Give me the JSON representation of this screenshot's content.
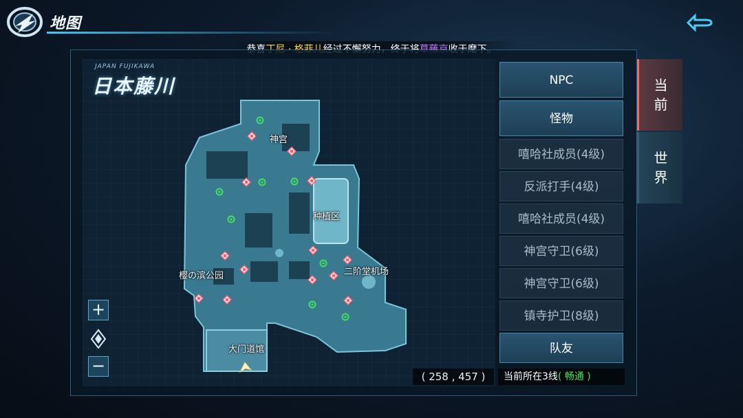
{
  "header": {
    "title": "地图"
  },
  "announcement": {
    "prefix": "恭喜",
    "player": "丁尼 · 格菲儿",
    "middle": "经过不懈努力，终于将",
    "target": "草薙京",
    "suffix": "收于麾下。"
  },
  "map": {
    "subtitle": "JAPAN FUJIKAWA",
    "name": "日本藤川",
    "labels": {
      "shrine": "神宫",
      "plant_area": "种植区",
      "park": "樱の滨公园",
      "airport": "二阶堂机场",
      "dojo": "大门道馆"
    },
    "coordinates": "( 258 , 457 )"
  },
  "server": {
    "prefix": "当前所在3线",
    "status": "( 畅通 )"
  },
  "list": {
    "npc": "NPC",
    "monster": "怪物",
    "items": [
      "嘻哈社成员(4级)",
      "反派打手(4级)",
      "嘻哈社成员(4级)",
      "神宫守卫(6级)",
      "神宫守卫(6级)",
      "镇寺护卫(8级)"
    ],
    "teammate": "队友"
  },
  "tabs": {
    "current": "当前",
    "world": "世界"
  },
  "controls": {
    "zoom_in": "+",
    "zoom_out": "−"
  },
  "icons": {
    "logo": "emblem-icon",
    "back": "back-arrow-icon",
    "compass": "compass-icon",
    "enemy": "enemy-marker-icon",
    "npc": "npc-marker-icon",
    "player": "player-arrow-icon"
  },
  "colors": {
    "accent": "#47c6f5",
    "highlight_player": "#ffd93a",
    "highlight_target": "#c670ff",
    "status_ok": "#4ee25c",
    "enemy_marker": "#ff5a6e",
    "npc_marker": "#3ee060"
  }
}
